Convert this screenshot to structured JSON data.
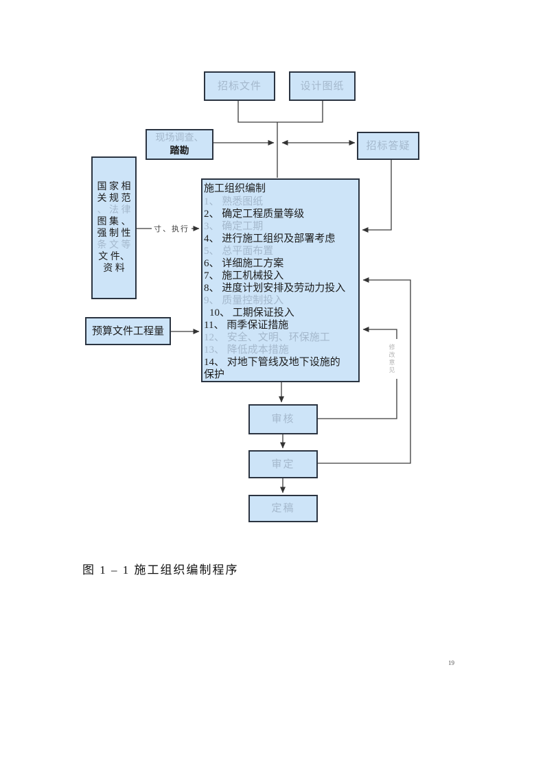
{
  "page": {
    "caption": "图 1 – 1 施工组织编制程序",
    "page_number": "19"
  },
  "colors": {
    "box_fill": "#cde4f8",
    "box_border": "#2a3340",
    "dark_text": "#1c1c1c",
    "dim_text": "#a4b8cc",
    "connector": "#3a3a3a"
  },
  "flow": {
    "bidding_documents": "招标文件",
    "design_drawings": "设计图纸",
    "site_survey": {
      "line1": "现场调查、",
      "line2": "踏勘"
    },
    "bid_clarification": "招标答疑",
    "regulations_box": {
      "lines": [
        {
          "text": "国 家 相",
          "dim": false
        },
        {
          "text": "关 规 范",
          "dim": false
        },
        {
          "text": "、 法 律",
          "dim": true
        },
        {
          "text": "图 集 、",
          "dim": false
        },
        {
          "text": "强 制 性",
          "dim": false
        },
        {
          "text": "条 文 等",
          "dim": true
        },
        {
          "text": "文 件、",
          "dim": false
        },
        {
          "text": "资 料",
          "dim": false
        }
      ]
    },
    "comply_arrow_label": "寸、执行",
    "budget_box": "预算文件工程量",
    "main_box": {
      "title": "施工组织编制",
      "items": [
        {
          "text": "1、 熟悉图纸",
          "dim": true
        },
        {
          "text": "2、 确定工程质量等级",
          "dim": false
        },
        {
          "text": "3、 确定工期",
          "dim": true
        },
        {
          "text": "4、 进行施工组织及部署考虑",
          "dim": false
        },
        {
          "text": "5、 总平面布置",
          "dim": true
        },
        {
          "text": "6、 详细施工方案",
          "dim": false
        },
        {
          "text": "7、 施工机械投入",
          "dim": false
        },
        {
          "text": "8、 进度计划安排及劳动力投入",
          "dim": false
        },
        {
          "text": "9、 质量控制投入",
          "dim": true
        },
        {
          "text": "10、 工期保证投入",
          "dim": false,
          "indent": true
        },
        {
          "text": "11、 雨季保证措施",
          "dim": false
        },
        {
          "text": "12、 安全、文明、环保施工",
          "dim": true
        },
        {
          "text": "13、 降低成本措施",
          "dim": true
        },
        {
          "text": "14、 对地下管线及地下设施的\n保护",
          "dim": false
        }
      ]
    },
    "review": "审核",
    "approval": "审定",
    "final_draft": "定稿",
    "feedback_watermark": "修改意见"
  }
}
